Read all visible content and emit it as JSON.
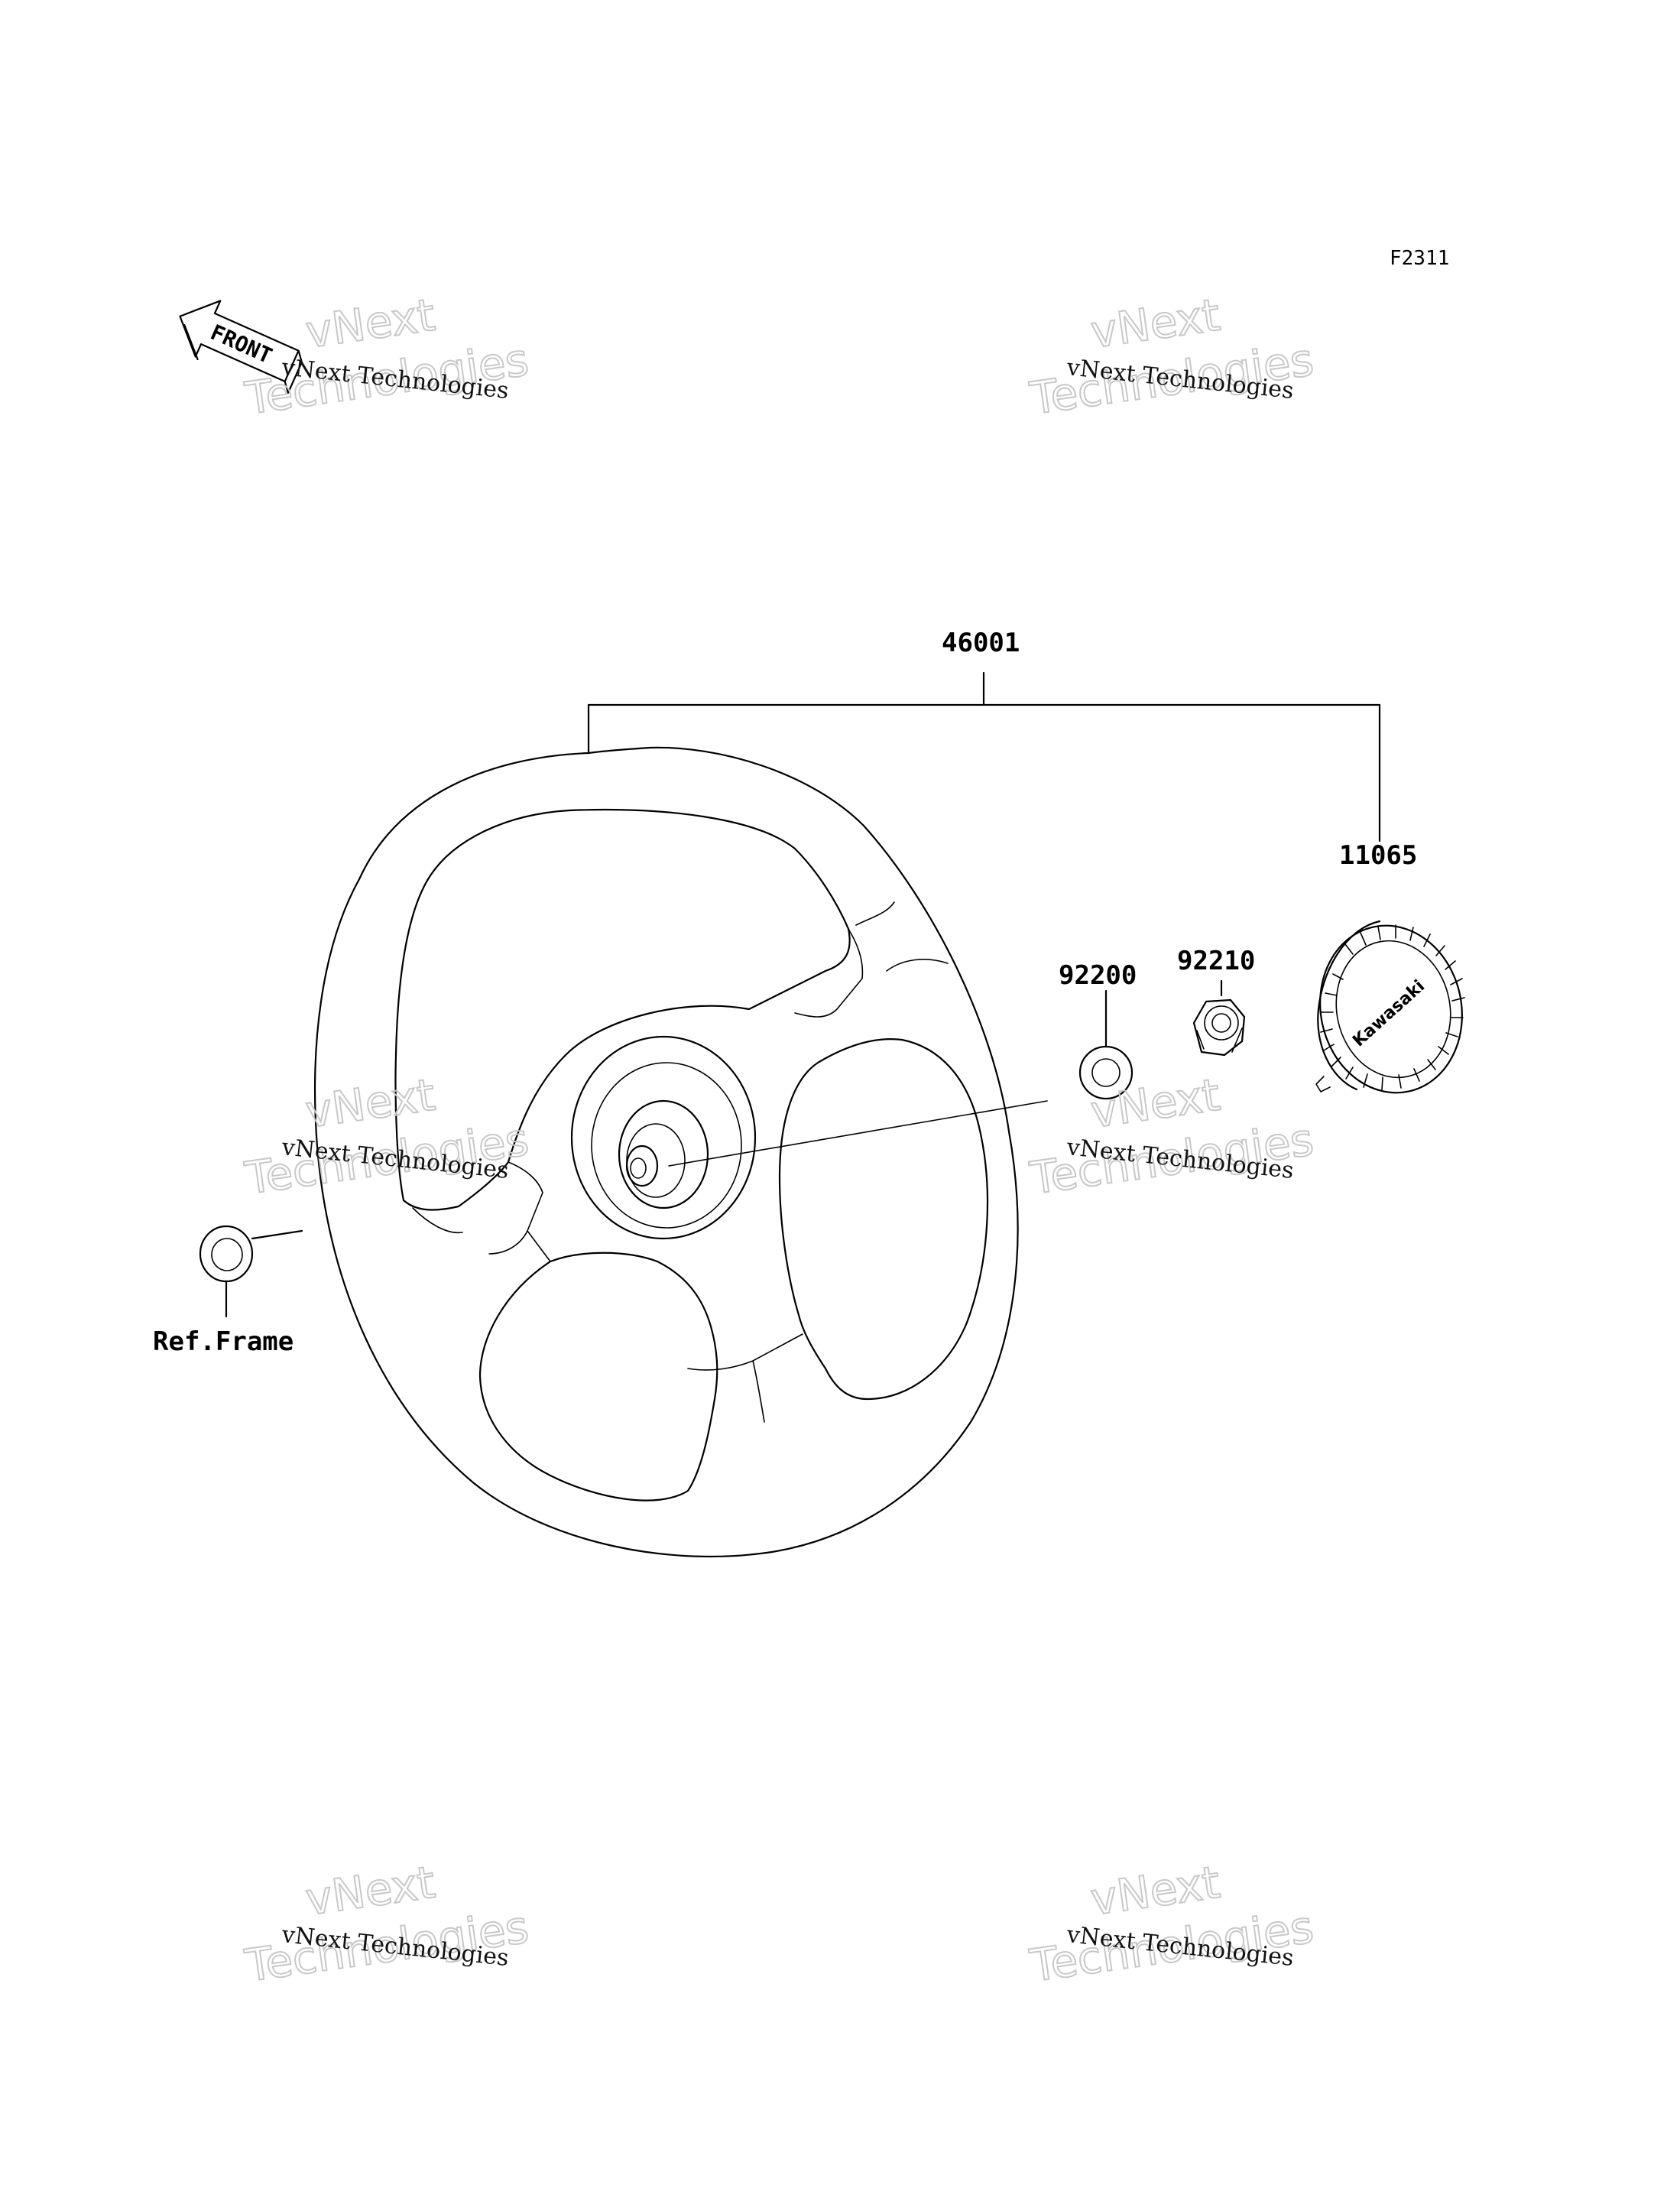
{
  "figure_code": "F2311",
  "front_indicator": "FRONT",
  "parts": {
    "steering_wheel": "46001",
    "emblem": "11065",
    "washer": "92200",
    "nut": "92210",
    "reference": "Ref.Frame"
  },
  "emblem_brand": "Kawasaki",
  "watermark": {
    "small": "vNext Technologies",
    "large_top": "vNext",
    "large_bottom": "Technologies"
  }
}
